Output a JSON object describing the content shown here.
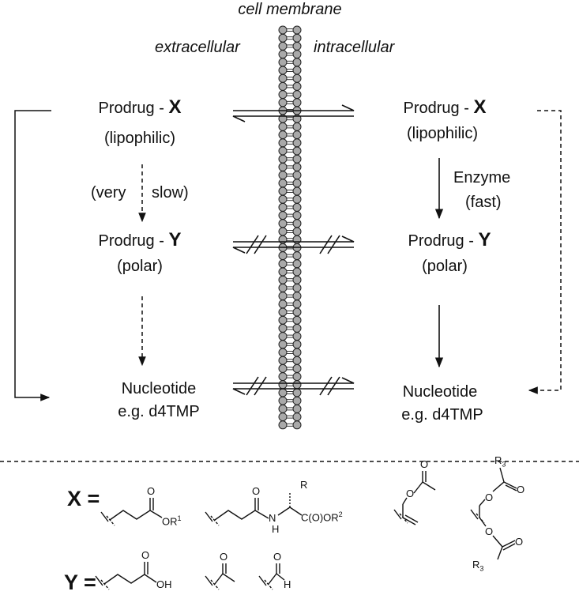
{
  "membrane": {
    "title": "cell membrane",
    "left_label": "extracellular",
    "right_label": "intracellular"
  },
  "extracellular": {
    "prodrug_x": {
      "prefix": "Prodrug - ",
      "letter": "X",
      "note": "(lipophilic)"
    },
    "step_label_1": "(very",
    "step_label_2": "slow)",
    "prodrug_y": {
      "prefix": "Prodrug - ",
      "letter": "Y",
      "note": "(polar)"
    },
    "nucleotide": {
      "name": "Nucleotide",
      "example": "e.g. d4TMP"
    }
  },
  "intracellular": {
    "prodrug_x": {
      "prefix": "Prodrug - ",
      "letter": "X",
      "note": "(lipophilic)"
    },
    "step_label_1": "Enzyme",
    "step_label_2": "(fast)",
    "prodrug_y": {
      "prefix": "Prodrug - ",
      "letter": "Y",
      "note": "(polar)"
    },
    "nucleotide": {
      "name": "Nucleotide",
      "example": "e.g. d4TMP"
    }
  },
  "legend": {
    "x_label": "X =",
    "y_label": "Y =",
    "x_structures": {
      "ester": {
        "O": "O",
        "OR": "OR",
        "sup": "1"
      },
      "amide": {
        "O": "O",
        "R": "R",
        "NH": "N",
        "H": "H",
        "tail": "C(O)OR",
        "sup": "2"
      },
      "enol": {
        "O1": "O",
        "O2": "O"
      },
      "acylal": {
        "R_top": "R",
        "sub_top": "3",
        "O1": "O",
        "O2": "O",
        "O3": "O",
        "O4": "O",
        "R_bot": "R",
        "sub_bot": "3"
      }
    },
    "y_structures": {
      "acid": {
        "O": "O",
        "OH": "OH"
      },
      "acetyl": {
        "O": "O"
      },
      "formyl": {
        "O": "O",
        "H": "H"
      }
    }
  }
}
